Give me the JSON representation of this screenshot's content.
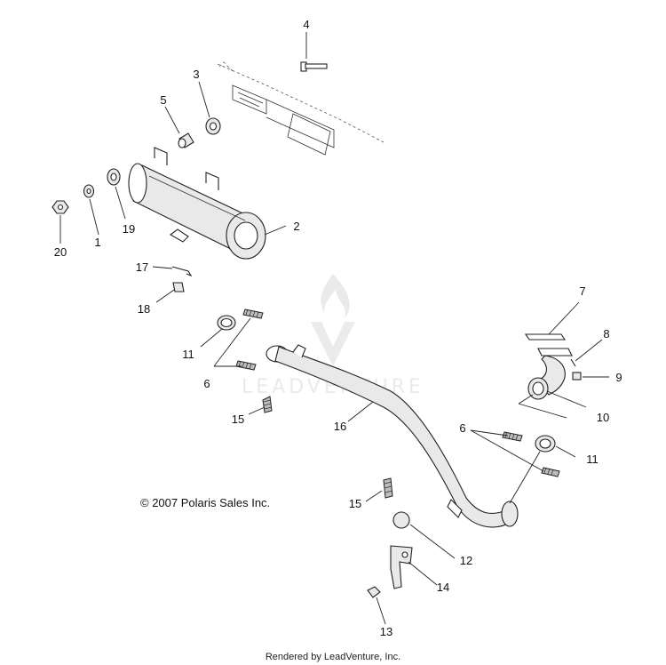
{
  "diagram": {
    "callouts": {
      "n1": "1",
      "n2": "2",
      "n3": "3",
      "n4": "4",
      "n5": "5",
      "n6a": "6",
      "n6b": "6",
      "n7": "7",
      "n8": "8",
      "n9": "9",
      "n10": "10",
      "n11a": "11",
      "n11b": "11",
      "n12": "12",
      "n13": "13",
      "n14": "14",
      "n15a": "15",
      "n15b": "15",
      "n16": "16",
      "n17": "17",
      "n18": "18",
      "n19": "19",
      "n20": "20"
    },
    "copyright": "© 2007 Polaris Sales Inc.",
    "watermark": "LEADVENTURE",
    "footer": "Rendered by LeadVenture, Inc.",
    "colors": {
      "line": "#222222",
      "part_fill": "#e9e9e9",
      "watermark": "#d9d9d9"
    }
  }
}
